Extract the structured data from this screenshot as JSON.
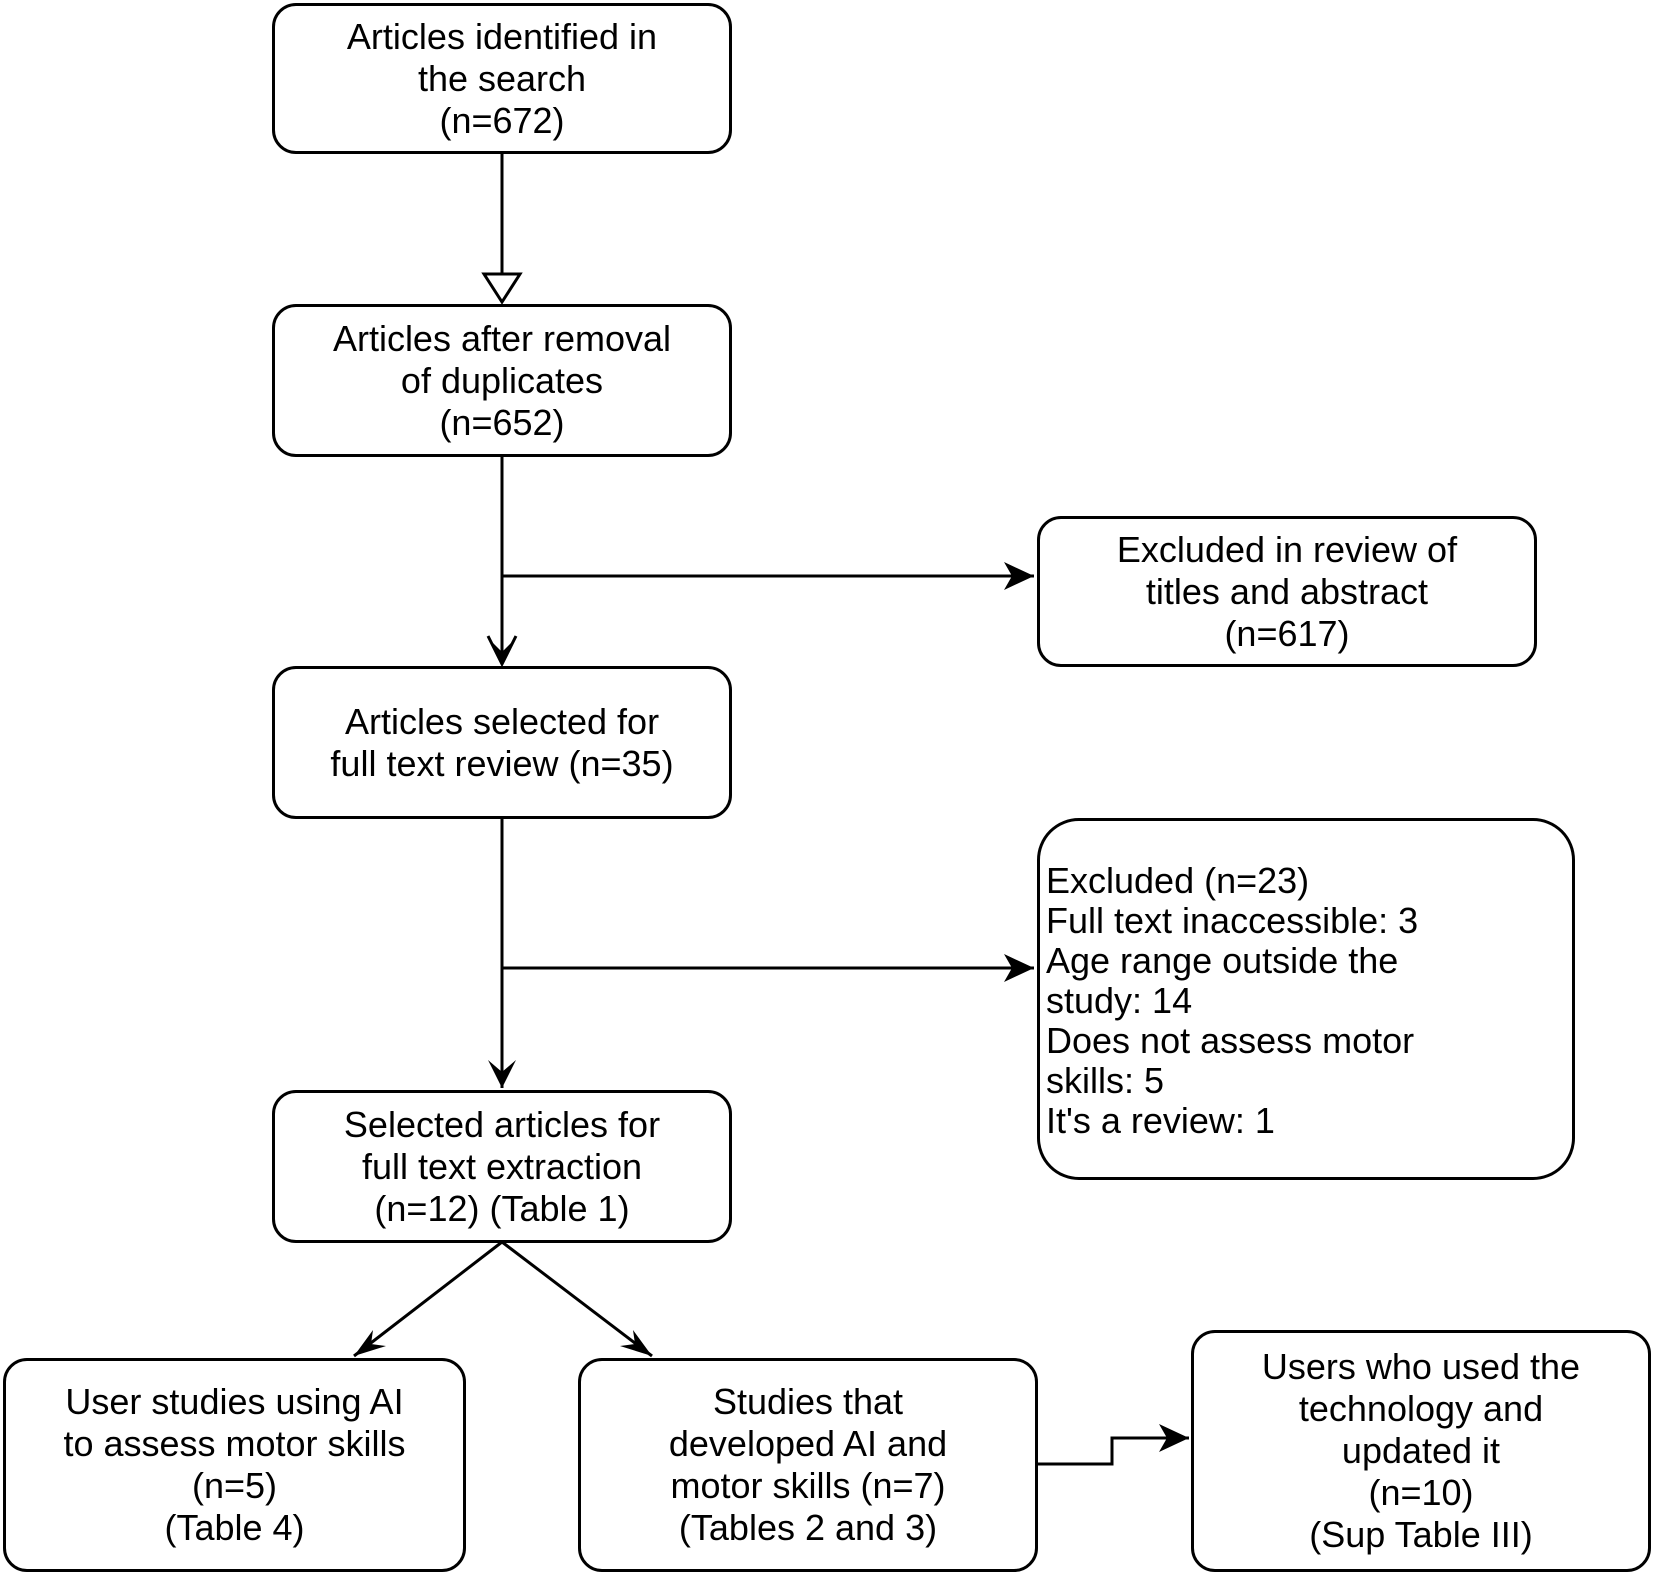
{
  "diagram": {
    "identified": "Articles identified in\nthe search\n(n=672)",
    "deduplicated": "Articles after removal\nof duplicates\n(n=652)",
    "excluded_titles": "Excluded in review of\ntitles and abstract\n(n=617)",
    "full_text_review": "Articles selected for\nfull text review (n=35)",
    "excluded_full": "Excluded (n=23)\nFull text inaccessible: 3\nAge range outside the\nstudy: 14\nDoes not assess motor\nskills: 5\nIt's a review: 1",
    "extraction": "Selected articles for\nfull text extraction\n(n=12) (Table 1)",
    "user_studies": "User studies using AI\nto assess motor skills\n(n=5)\n(Table 4)",
    "developed": "Studies that\ndeveloped AI and\nmotor skills (n=7)\n(Tables 2 and 3)",
    "updated": "Users who used the\ntechnology and\nupdated it\n(n=10)\n(Sup Table III)"
  },
  "colors": {
    "stroke": "#000000",
    "fill": "#ffffff"
  }
}
